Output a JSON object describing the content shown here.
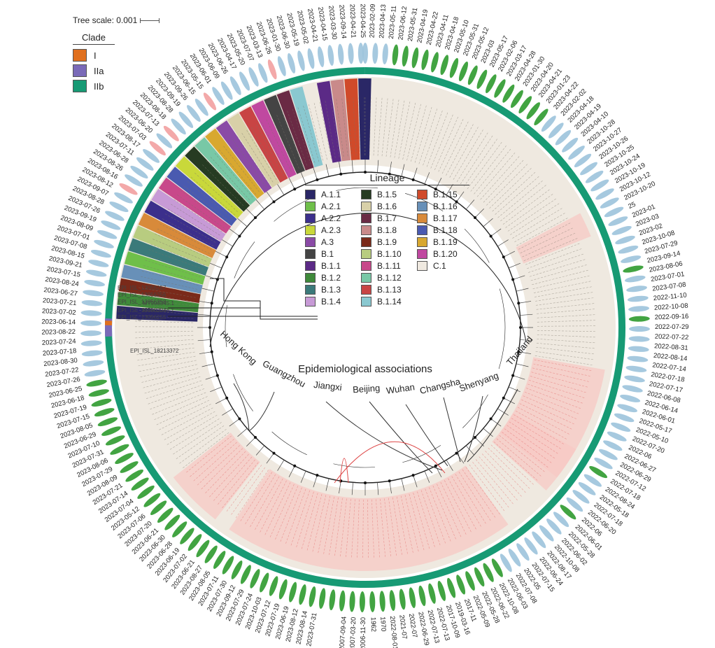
{
  "scale": {
    "label": "Tree scale: 0.001"
  },
  "clade_legend": {
    "title": "Clade",
    "items": [
      {
        "label": "I",
        "color": "#e0701f"
      },
      {
        "label": "IIa",
        "color": "#7a6ab8"
      },
      {
        "label": "IIb",
        "color": "#179a74"
      }
    ]
  },
  "lineage_legend": {
    "title": "Lineage",
    "items": [
      {
        "label": "A.1.1",
        "color": "#2a2766"
      },
      {
        "label": "A.2.1",
        "color": "#6fbf4a"
      },
      {
        "label": "A.2.2",
        "color": "#3c2f8c"
      },
      {
        "label": "A.2.3",
        "color": "#c9d83a"
      },
      {
        "label": "A.3",
        "color": "#8a4aa6"
      },
      {
        "label": "B.1",
        "color": "#444444"
      },
      {
        "label": "B.1.1",
        "color": "#5b2a86"
      },
      {
        "label": "B.1.2",
        "color": "#3f8a3a"
      },
      {
        "label": "B.1.3",
        "color": "#3b7a7a"
      },
      {
        "label": "B.1.4",
        "color": "#c79ad6"
      },
      {
        "label": "B.1.5",
        "color": "#263b22"
      },
      {
        "label": "B.1.6",
        "color": "#d8d0a8"
      },
      {
        "label": "B.1.7",
        "color": "#6a2a44"
      },
      {
        "label": "B.1.8",
        "color": "#c98a8a"
      },
      {
        "label": "B.1.9",
        "color": "#7a2a1a"
      },
      {
        "label": "B.1.10",
        "color": "#b8cc80"
      },
      {
        "label": "B.1.11",
        "color": "#c8488a"
      },
      {
        "label": "B.1.12",
        "color": "#78c8a6"
      },
      {
        "label": "B.1.13",
        "color": "#c84444"
      },
      {
        "label": "B.1.14",
        "color": "#8ac8d0"
      },
      {
        "label": "B.1.15",
        "color": "#d04a2a"
      },
      {
        "label": "B.1.16",
        "color": "#6890b8"
      },
      {
        "label": "B.1.17",
        "color": "#d88a3a"
      },
      {
        "label": "B.1.18",
        "color": "#4a5ab0"
      },
      {
        "label": "B.1.19",
        "color": "#d8a830"
      },
      {
        "label": "B.1.20",
        "color": "#c048a0"
      },
      {
        "label": "C.1",
        "color": "#efe9e0"
      }
    ]
  },
  "associations": {
    "title": "Epidemiological associations",
    "locations": [
      "Hong Kong",
      "Guangzhou",
      "Jiangxi",
      "Beijing",
      "Wuhan",
      "Changsha",
      "Shenyang",
      "Thailand"
    ]
  },
  "tip_labels": [
    "EPI_ISL_13056254",
    "EPI_ISL_13056255",
    "EPI_ISL_13056256",
    "EPI_ISL_13056257",
    "EPI_ISL_13056258",
    "EPI_ISL_18213372",
    "MT903346.1",
    "MT903345.1"
  ],
  "dates": [
    "2023-07-31",
    "2023-08-14",
    "2023-08-12",
    "2023-06-19",
    "2023-07-19",
    "2023-07-12",
    "2023-10-03",
    "2023-07-24",
    "2023-07-29",
    "2023-09-12",
    "2023-07-30",
    "2023-07-11",
    "2023-08-05",
    "2023-08-27",
    "2023-06-21",
    "2023-07-02",
    "2023-06-19",
    "2023-06-28",
    "2023-06-30",
    "2023-06-21",
    "2023-07-20",
    "2023-07-06",
    "2023-05-12",
    "2023-07-04",
    "2023-07-14",
    "2023-07-21",
    "2023-08-09",
    "2023-07-29",
    "2023-08-06",
    "2023-07-31",
    "2023-07-10",
    "2023-06-29",
    "2023-08-05",
    "2023-07-15",
    "2023-07-19",
    "2023-06-18",
    "2023-06-25",
    "2023-07-26",
    "2023-07-22",
    "2023-08-30",
    "2023-07-18",
    "2023-07-24",
    "2023-08-22",
    "2023-06-14",
    "2023-07-02",
    "2023-07-21",
    "2023-06-27",
    "2023-08-24",
    "2023-07-15",
    "2023-09-21",
    "2023-08-15",
    "2023-07-08",
    "2023-07-01",
    "2023-08-09",
    "2023-09-19",
    "2023-07-26",
    "2023-08-28",
    "2023-09-07",
    "2023-08-12",
    "2023-08-16",
    "2023-08-26",
    "2023-06-28",
    "2023-07-11",
    "2023-08-17",
    "2023-07-03",
    "2023-06-20",
    "2023-07-13",
    "2023-08-18",
    "2023-08-28",
    "2023-09-19",
    "2023-09-26",
    "2023-06-15",
    "2023-05-15",
    "2023-06-01",
    "2023-06-09",
    "2023-06-26",
    "2023-04-17",
    "2023-05-20",
    "2023-07-07",
    "2023-03-13",
    "2023-06-26",
    "2023-01-30",
    "2023-06-30",
    "2023-05-19",
    "2023-05-02",
    "2023-04-21",
    "2023-04-15",
    "2023-03-30",
    "2023-09-14",
    "2023-04-21",
    "2023-04-25",
    "2023-02-09",
    "2023-04-13",
    "2023-05-11",
    "2023-06-12",
    "2023-05-31",
    "2023-04-19",
    "2023-04-22",
    "2023-04-11",
    "2023-04-18",
    "2023-05-10",
    "2023-05-31",
    "2023-05-12",
    "2023-03",
    "2023-05-17",
    "2023-02-06",
    "2023-03-17",
    "2023-04-28",
    "2023-01-30",
    "2023-04-20",
    "2023-04-21",
    "2023-01-23",
    "2023-04-22",
    "2023-02-02",
    "2023-04-18",
    "2023-04-19",
    "2023-04-10",
    "2023-10-28",
    "2023-10-27",
    "2023-10-26",
    "2023-10-25",
    "2023-10-24",
    "2023-10-19",
    "2023-10-12",
    "2023-10-20",
    "25",
    "2023-01",
    "2023-03",
    "2023-02",
    "2023-10-08",
    "2023-07-29",
    "2023-09-14",
    "2023-08-06",
    "2023-07-01",
    "2023-07-08",
    "2022-11-10",
    "2022-10-08",
    "2022-09-16",
    "2022-07-29",
    "2022-07-22",
    "2022-08-31",
    "2022-08-14",
    "2022-07-14",
    "2022-07-18",
    "2022-07-17",
    "2022-06-08",
    "2022-06-14",
    "2022-06-01",
    "2022-05-17",
    "2022-05-10",
    "2022-07-20",
    "2022-06",
    "2022-06-27",
    "2022-06-29",
    "2022-07-12",
    "2022-07-18",
    "2022-08-24",
    "2022-05-18",
    "2022-07-18",
    "2022-06-20",
    "2022-06",
    "2022-06-01",
    "2022-05-28",
    "2022-06-02",
    "2022-10-08",
    "2022-08-17",
    "2022-06-24",
    "2022-07-15",
    "2022-05",
    "2022-07-08",
    "2022-06-03",
    "2022-10-08",
    "2022-06-22",
    "2022-05-28",
    "2022-05-09",
    "2017-11",
    "2019-03-16",
    "2017-10-09",
    "2022-07-13",
    "2022-07-13",
    "2022-06-29",
    "2022-07",
    "2021-07",
    "2022-08-01",
    "1970",
    "1962",
    "2006-11-30",
    "2007-03-20",
    "2007-09-04"
  ]
}
